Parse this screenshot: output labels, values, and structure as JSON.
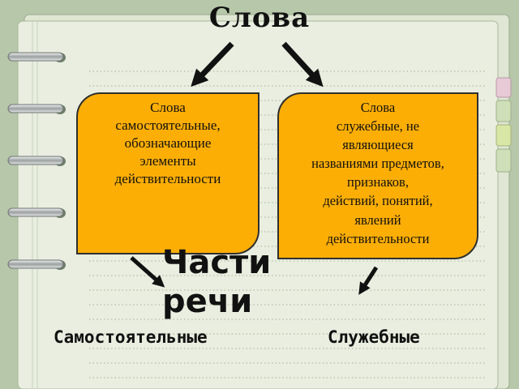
{
  "colors": {
    "background": "#b7c7aa",
    "paper": "#e9eee0",
    "box_fill": "#fdae05",
    "box_border": "#2f2f2f",
    "tab_pink": "#e8c9d6",
    "tab_green": "#cfe0b8",
    "tab_lime": "#d8e6a6"
  },
  "diagram": {
    "title": "Слова",
    "left_box_text": "Слова\nсамостоятельные,\nобозначающие\nэлементы\nдействительности",
    "right_box_text": "Слова\nслужебные, не\nявляющиеся\nназваниями предметов,\nпризнаков,\nдействий, понятий,\nявлений\nдействительности",
    "center_text": "Части\nречи",
    "bottom_left": "Самостоятельные",
    "bottom_right": "Служебные"
  },
  "icons": [
    "spiral-ring-icon",
    "arrow-icon"
  ]
}
